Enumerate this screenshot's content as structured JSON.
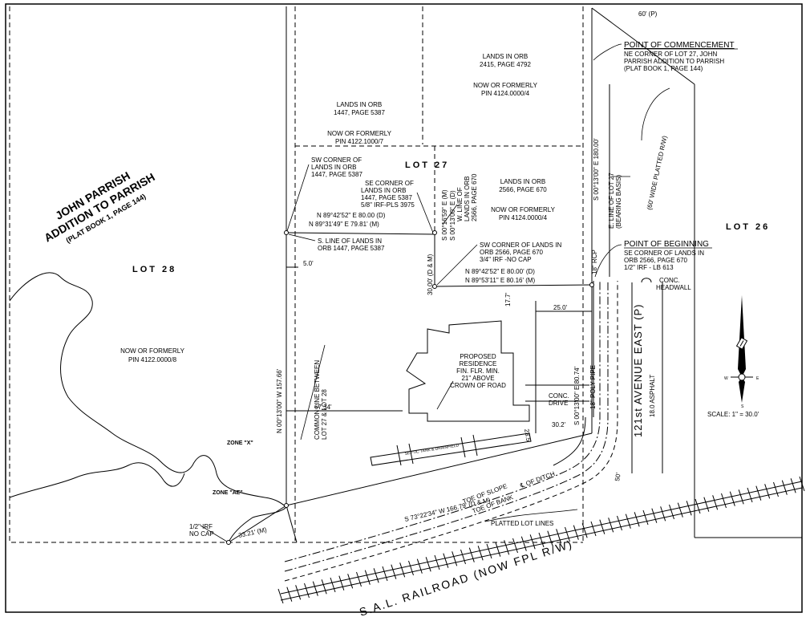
{
  "title": {
    "line1": "JOHN PARRISH",
    "line2": "ADDITION TO PARRISH",
    "line3": "(PLAT BOOK 1,  PAGE 144)"
  },
  "lots": {
    "lot26": "LOT 26",
    "lot27": "LOT 27",
    "lot28": "LOT 28"
  },
  "parcels": {
    "orb1447": [
      "LANDS IN ORB",
      "1447, PAGE 5387",
      "",
      "NOW OR FORMERLY",
      "PIN 4122.1000/7"
    ],
    "orb2415": [
      "LANDS IN ORB",
      "2415, PAGE 4792",
      "",
      "NOW OR FORMERLY",
      "PIN 4124.0000/4"
    ],
    "orb2566": [
      "LANDS IN ORB",
      "2566, PAGE 670",
      "",
      "NOW OR FORMERLY",
      "PIN 4124.0000/4"
    ],
    "lot28pin": [
      "NOW OR FORMERLY",
      "PIN 4122.0000/8"
    ]
  },
  "commencement": {
    "heading": "POINT OF COMMENCEMENT",
    "lines": [
      "NE CORNER OF LOT 27, JOHN",
      "PARRISH ADDITION TO PARRISH",
      "(PLAT BOOK 1, PAGE 144)"
    ]
  },
  "beginning": {
    "heading": "POINT OF BEGINNING",
    "lines": [
      "SE CORNER OF LANDS IN",
      "ORB 2566, PAGE 670",
      "1/2\" IRF - LB 613"
    ]
  },
  "corners": {
    "sw1447": [
      "SW CORNER OF",
      "LANDS IN ORB",
      "1447, PAGE 5387"
    ],
    "se1447": [
      "SE CORNER OF",
      "LANDS IN ORB",
      "1447, PAGE 5387",
      "5/8\" IRF-PLS 3975"
    ],
    "sw2566": [
      "SW CORNER OF LANDS IN",
      "ORB 2566, PAGE 670",
      "3/4\" IRF -NO CAP"
    ],
    "sline": [
      "S. LINE OF LANDS IN",
      "ORB 1447, PAGE 5387"
    ],
    "irf": [
      "1/2\" IRF",
      "NO CAP"
    ]
  },
  "bearings": {
    "n8942_top": "N 89°42'52\" E 80.00 (D)",
    "n8931": "N 89°31'49\" E  79.81' (M)",
    "n8942_bot": "N 89°42'52\" E  80.00' (D)",
    "n8953": "N 89°53'11\" E  80.16' (M)",
    "s0013_180": "S 00°13'00\" E  180.00'",
    "s0013_8074": "S 00°13'00\" E   80.74'",
    "n0013_157": "N 00°13'00\" W  157.66'",
    "s7322": "S 73°22'34\" W   166.79' (D & M)",
    "d3321": "33.21' (M)",
    "s0016": "S 00°16'59\" E (M)",
    "s0013d": "S 00°13'00\" E (D)",
    "d3000": "30.00' (D & M)"
  },
  "dims": {
    "d50": "5.0'",
    "d6734": "67.34'",
    "d250": "25.0'",
    "d302": "30.2'",
    "d177": "17.7'",
    "d50r": "50'",
    "d235": "23.5'"
  },
  "notes": {
    "eline": [
      "E. LINE OF LOT 27",
      "(BEARING BASIS)"
    ],
    "wline": [
      "W. LINE OF",
      "LANDS IN ORB",
      "2566, PAGE 670"
    ],
    "row60": "(60' WIDE PLATTED R/W)",
    "top60": "60' (P)",
    "common": [
      "COMMON LINE BETWEEN",
      "LOT 27 & LOT 28"
    ],
    "residence": [
      "PROPOSED",
      "RESIDENCE",
      "FIN. FLR. MIN.",
      "21\" ABOVE",
      "CROWN OF ROAD"
    ],
    "septic": "SEPTIC TANK & DRAINFIELD",
    "drive": [
      "CONC.",
      "DRIVE"
    ],
    "headwall": [
      "CONC.",
      "HEADWALL"
    ],
    "rcp": "18\" RCP",
    "pipe": "18\" POLY PIPE",
    "toeslope": "TOE OF SLOPE",
    "ditch": "℄ OF DITCH",
    "toebank": "TOE OF BANK",
    "platted": "PLATTED LOT LINES",
    "zonex": "ZONE \"X\"",
    "zoneae": "ZONE \"AE\""
  },
  "street": {
    "name": "121st    AVENUE    EAST  (P)",
    "asphalt": "18.0 ASPHALT"
  },
  "railroad": "S.A.L. RAILROAD  (NOW FPL R/W)",
  "scale": "SCALE: 1\" = 30.0'",
  "north": {
    "w": "W",
    "e": "E",
    "s": "S"
  }
}
